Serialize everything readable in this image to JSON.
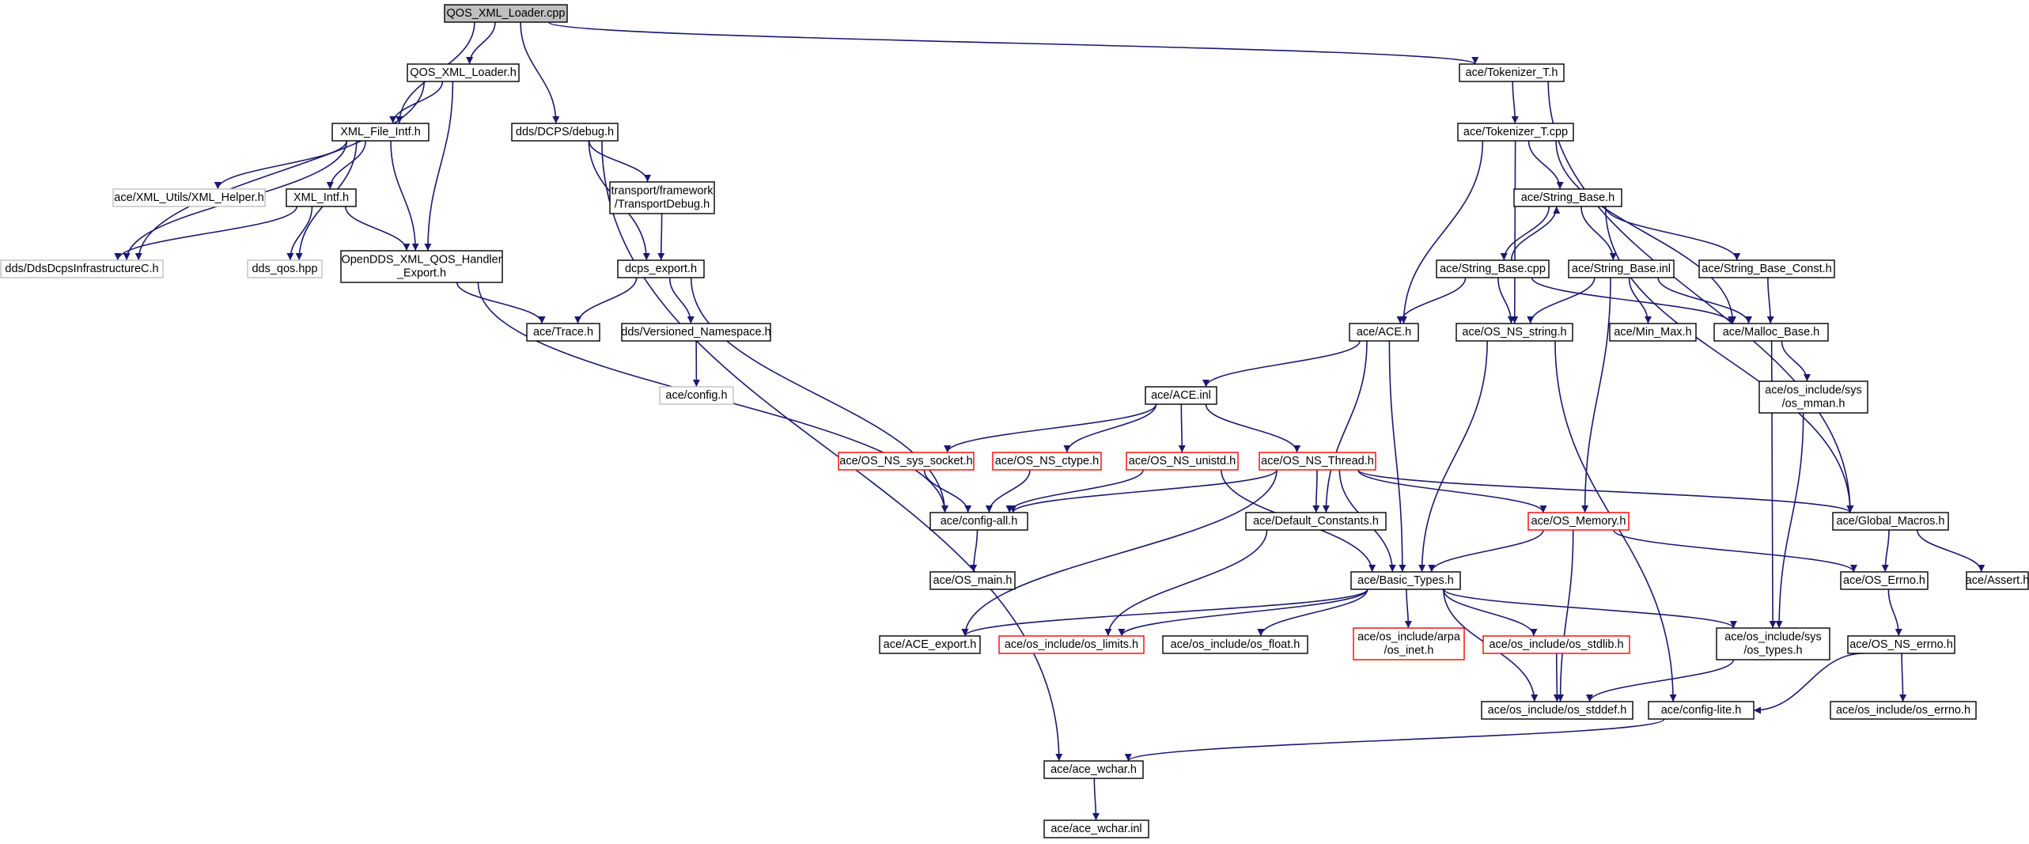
{
  "colors": {
    "edge": "#191970",
    "border_normal": "#000000",
    "border_truncated": "#ff0000",
    "border_external": "#bfbfbf",
    "root_fill": "#bfbfbf",
    "node_fill": "#ffffff"
  },
  "nodes": [
    {
      "id": "qos_xml_loader_cpp",
      "lines": [
        "QOS_XML_Loader.cpp"
      ],
      "kind": "root"
    },
    {
      "id": "qos_xml_loader_h",
      "lines": [
        "QOS_XML_Loader.h"
      ],
      "kind": "normal"
    },
    {
      "id": "xml_file_intf_h",
      "lines": [
        "XML_File_Intf.h"
      ],
      "kind": "normal"
    },
    {
      "id": "xml_helper_h",
      "lines": [
        "ace/XML_Utils/XML_Helper.h"
      ],
      "kind": "external"
    },
    {
      "id": "xml_intf_h",
      "lines": [
        "XML_Intf.h"
      ],
      "kind": "normal"
    },
    {
      "id": "dds_infrastructure_h",
      "lines": [
        "dds/DdsDcpsInfrastructureC.h"
      ],
      "kind": "external"
    },
    {
      "id": "dds_qos_hpp",
      "lines": [
        "dds_qos.hpp"
      ],
      "kind": "external"
    },
    {
      "id": "handler_export_h",
      "lines": [
        "OpenDDS_XML_QOS_Handler",
        "_Export.h"
      ],
      "kind": "normal"
    },
    {
      "id": "trace_h",
      "lines": [
        "ace/Trace.h"
      ],
      "kind": "normal"
    },
    {
      "id": "debug_h",
      "lines": [
        "dds/DCPS/debug.h"
      ],
      "kind": "normal"
    },
    {
      "id": "transport_debug_h",
      "lines": [
        "transport/framework",
        "/TransportDebug.h"
      ],
      "kind": "normal"
    },
    {
      "id": "dcps_export_h",
      "lines": [
        "dcps_export.h"
      ],
      "kind": "normal"
    },
    {
      "id": "versioned_ns_h",
      "lines": [
        "dds/Versioned_Namespace.h"
      ],
      "kind": "normal"
    },
    {
      "id": "config_h",
      "lines": [
        "ace/config.h"
      ],
      "kind": "external"
    },
    {
      "id": "tokenizer_t_h",
      "lines": [
        "ace/Tokenizer_T.h"
      ],
      "kind": "normal"
    },
    {
      "id": "tokenizer_t_cpp",
      "lines": [
        "ace/Tokenizer_T.cpp"
      ],
      "kind": "normal"
    },
    {
      "id": "string_base_h",
      "lines": [
        "ace/String_Base.h"
      ],
      "kind": "normal"
    },
    {
      "id": "string_base_cpp",
      "lines": [
        "ace/String_Base.cpp"
      ],
      "kind": "normal"
    },
    {
      "id": "string_base_inl",
      "lines": [
        "ace/String_Base.inl"
      ],
      "kind": "normal"
    },
    {
      "id": "string_base_const_h",
      "lines": [
        "ace/String_Base_Const.h"
      ],
      "kind": "normal"
    },
    {
      "id": "ace_h",
      "lines": [
        "ace/ACE.h"
      ],
      "kind": "normal"
    },
    {
      "id": "os_ns_string_h",
      "lines": [
        "ace/OS_NS_string.h"
      ],
      "kind": "normal"
    },
    {
      "id": "min_max_h",
      "lines": [
        "ace/Min_Max.h"
      ],
      "kind": "normal"
    },
    {
      "id": "malloc_base_h",
      "lines": [
        "ace/Malloc_Base.h"
      ],
      "kind": "normal"
    },
    {
      "id": "os_mman_h",
      "lines": [
        "ace/os_include/sys",
        "/os_mman.h"
      ],
      "kind": "normal"
    },
    {
      "id": "ace_inl",
      "lines": [
        "ace/ACE.inl"
      ],
      "kind": "normal"
    },
    {
      "id": "os_ns_sys_socket_h",
      "lines": [
        "ace/OS_NS_sys_socket.h"
      ],
      "kind": "truncated"
    },
    {
      "id": "os_ns_ctype_h",
      "lines": [
        "ace/OS_NS_ctype.h"
      ],
      "kind": "truncated"
    },
    {
      "id": "os_ns_unistd_h",
      "lines": [
        "ace/OS_NS_unistd.h"
      ],
      "kind": "truncated"
    },
    {
      "id": "os_ns_thread_h",
      "lines": [
        "ace/OS_NS_Thread.h"
      ],
      "kind": "truncated"
    },
    {
      "id": "config_all_h",
      "lines": [
        "ace/config-all.h"
      ],
      "kind": "normal"
    },
    {
      "id": "default_constants_h",
      "lines": [
        "ace/Default_Constants.h"
      ],
      "kind": "normal"
    },
    {
      "id": "os_memory_h",
      "lines": [
        "ace/OS_Memory.h"
      ],
      "kind": "truncated"
    },
    {
      "id": "global_macros_h",
      "lines": [
        "ace/Global_Macros.h"
      ],
      "kind": "normal"
    },
    {
      "id": "os_main_h",
      "lines": [
        "ace/OS_main.h"
      ],
      "kind": "normal"
    },
    {
      "id": "basic_types_h",
      "lines": [
        "ace/Basic_Types.h"
      ],
      "kind": "normal"
    },
    {
      "id": "os_errno_h",
      "lines": [
        "ace/OS_Errno.h"
      ],
      "kind": "normal"
    },
    {
      "id": "assert_h",
      "lines": [
        "ace/Assert.h"
      ],
      "kind": "normal"
    },
    {
      "id": "ace_export_h",
      "lines": [
        "ace/ACE_export.h"
      ],
      "kind": "normal"
    },
    {
      "id": "os_limits_h",
      "lines": [
        "ace/os_include/os_limits.h"
      ],
      "kind": "truncated"
    },
    {
      "id": "os_float_h",
      "lines": [
        "ace/os_include/os_float.h"
      ],
      "kind": "normal"
    },
    {
      "id": "os_inet_h",
      "lines": [
        "ace/os_include/arpa",
        "/os_inet.h"
      ],
      "kind": "truncated"
    },
    {
      "id": "os_stdlib_h",
      "lines": [
        "ace/os_include/os_stdlib.h"
      ],
      "kind": "truncated"
    },
    {
      "id": "os_types_h",
      "lines": [
        "ace/os_include/sys",
        "/os_types.h"
      ],
      "kind": "normal"
    },
    {
      "id": "os_ns_errno_h",
      "lines": [
        "ace/OS_NS_errno.h"
      ],
      "kind": "normal"
    },
    {
      "id": "os_stddef_h",
      "lines": [
        "ace/os_include/os_stddef.h"
      ],
      "kind": "normal"
    },
    {
      "id": "config_lite_h",
      "lines": [
        "ace/config-lite.h"
      ],
      "kind": "normal"
    },
    {
      "id": "os_errno_inc_h",
      "lines": [
        "ace/os_include/os_errno.h"
      ],
      "kind": "normal"
    },
    {
      "id": "ace_wchar_h",
      "lines": [
        "ace/ace_wchar.h"
      ],
      "kind": "normal"
    },
    {
      "id": "ace_wchar_inl",
      "lines": [
        "ace/ace_wchar.inl"
      ],
      "kind": "normal"
    }
  ],
  "edges": [
    [
      "qos_xml_loader_cpp",
      "qos_xml_loader_h"
    ],
    [
      "qos_xml_loader_cpp",
      "xml_file_intf_h"
    ],
    [
      "qos_xml_loader_cpp",
      "debug_h"
    ],
    [
      "qos_xml_loader_cpp",
      "tokenizer_t_h"
    ],
    [
      "qos_xml_loader_h",
      "xml_file_intf_h"
    ],
    [
      "qos_xml_loader_h",
      "dds_infrastructure_h"
    ],
    [
      "qos_xml_loader_h",
      "handler_export_h"
    ],
    [
      "xml_file_intf_h",
      "xml_helper_h"
    ],
    [
      "xml_file_intf_h",
      "xml_intf_h"
    ],
    [
      "xml_file_intf_h",
      "dds_infrastructure_h"
    ],
    [
      "xml_file_intf_h",
      "dds_qos_hpp"
    ],
    [
      "xml_file_intf_h",
      "handler_export_h"
    ],
    [
      "xml_intf_h",
      "dds_infrastructure_h"
    ],
    [
      "xml_intf_h",
      "dds_qos_hpp"
    ],
    [
      "xml_intf_h",
      "handler_export_h"
    ],
    [
      "handler_export_h",
      "trace_h"
    ],
    [
      "handler_export_h",
      "config_all_h"
    ],
    [
      "debug_h",
      "transport_debug_h"
    ],
    [
      "debug_h",
      "dcps_export_h"
    ],
    [
      "debug_h",
      "ace_wchar_h"
    ],
    [
      "transport_debug_h",
      "dcps_export_h"
    ],
    [
      "dcps_export_h",
      "trace_h"
    ],
    [
      "dcps_export_h",
      "versioned_ns_h"
    ],
    [
      "dcps_export_h",
      "config_all_h"
    ],
    [
      "versioned_ns_h",
      "config_h"
    ],
    [
      "tokenizer_t_h",
      "tokenizer_t_cpp"
    ],
    [
      "tokenizer_t_h",
      "global_macros_h"
    ],
    [
      "tokenizer_t_cpp",
      "string_base_h"
    ],
    [
      "tokenizer_t_cpp",
      "ace_h"
    ],
    [
      "tokenizer_t_cpp",
      "os_ns_string_h"
    ],
    [
      "tokenizer_t_cpp",
      "malloc_base_h"
    ],
    [
      "string_base_h",
      "string_base_cpp"
    ],
    [
      "string_base_h",
      "string_base_inl"
    ],
    [
      "string_base_h",
      "string_base_const_h"
    ],
    [
      "string_base_h",
      "global_macros_h"
    ],
    [
      "string_base_cpp",
      "string_base_h"
    ],
    [
      "string_base_cpp",
      "ace_h"
    ],
    [
      "string_base_cpp",
      "os_ns_string_h"
    ],
    [
      "string_base_cpp",
      "malloc_base_h"
    ],
    [
      "string_base_inl",
      "os_ns_string_h"
    ],
    [
      "string_base_inl",
      "min_max_h"
    ],
    [
      "string_base_inl",
      "malloc_base_h"
    ],
    [
      "string_base_inl",
      "os_memory_h"
    ],
    [
      "string_base_const_h",
      "malloc_base_h"
    ],
    [
      "ace_h",
      "ace_inl"
    ],
    [
      "ace_h",
      "default_constants_h"
    ],
    [
      "ace_h",
      "basic_types_h"
    ],
    [
      "os_ns_string_h",
      "basic_types_h"
    ],
    [
      "os_ns_string_h",
      "config_lite_h"
    ],
    [
      "malloc_base_h",
      "os_mman_h"
    ],
    [
      "malloc_base_h",
      "os_types_h"
    ],
    [
      "os_mman_h",
      "os_types_h"
    ],
    [
      "ace_inl",
      "os_ns_sys_socket_h"
    ],
    [
      "ace_inl",
      "os_ns_ctype_h"
    ],
    [
      "ace_inl",
      "os_ns_unistd_h"
    ],
    [
      "ace_inl",
      "os_ns_thread_h"
    ],
    [
      "os_ns_sys_socket_h",
      "config_all_h"
    ],
    [
      "os_ns_ctype_h",
      "config_all_h"
    ],
    [
      "os_ns_unistd_h",
      "config_all_h"
    ],
    [
      "os_ns_unistd_h",
      "basic_types_h"
    ],
    [
      "os_ns_thread_h",
      "config_all_h"
    ],
    [
      "os_ns_thread_h",
      "default_constants_h"
    ],
    [
      "os_ns_thread_h",
      "basic_types_h"
    ],
    [
      "os_ns_thread_h",
      "os_memory_h"
    ],
    [
      "os_ns_thread_h",
      "global_macros_h"
    ],
    [
      "os_ns_thread_h",
      "ace_export_h"
    ],
    [
      "config_all_h",
      "os_main_h"
    ],
    [
      "default_constants_h",
      "os_limits_h"
    ],
    [
      "os_memory_h",
      "basic_types_h"
    ],
    [
      "os_memory_h",
      "os_errno_h"
    ],
    [
      "os_memory_h",
      "os_stddef_h"
    ],
    [
      "global_macros_h",
      "os_errno_h"
    ],
    [
      "global_macros_h",
      "assert_h"
    ],
    [
      "basic_types_h",
      "ace_export_h"
    ],
    [
      "basic_types_h",
      "os_limits_h"
    ],
    [
      "basic_types_h",
      "os_float_h"
    ],
    [
      "basic_types_h",
      "os_inet_h"
    ],
    [
      "basic_types_h",
      "os_stdlib_h"
    ],
    [
      "basic_types_h",
      "os_types_h"
    ],
    [
      "basic_types_h",
      "os_stddef_h"
    ],
    [
      "os_errno_h",
      "os_ns_errno_h"
    ],
    [
      "os_ns_errno_h",
      "config_lite_h"
    ],
    [
      "os_ns_errno_h",
      "os_errno_inc_h"
    ],
    [
      "os_stdlib_h",
      "os_stddef_h"
    ],
    [
      "os_types_h",
      "os_stddef_h"
    ],
    [
      "config_lite_h",
      "ace_wchar_h"
    ],
    [
      "ace_wchar_h",
      "ace_wchar_inl"
    ]
  ]
}
